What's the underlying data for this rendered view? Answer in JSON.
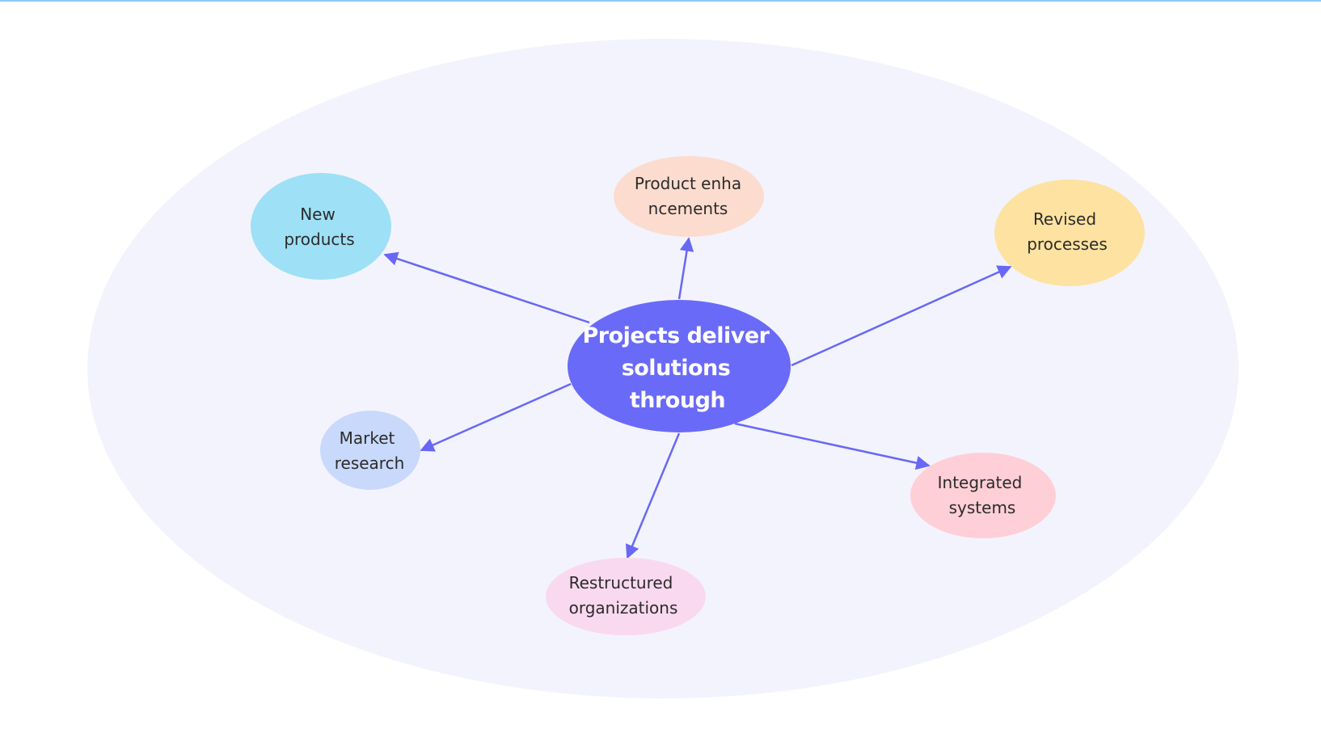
{
  "diagram": {
    "type": "mind-map",
    "colors": {
      "background_ellipse": "#f3f3fd",
      "edge": "#6868f5",
      "top_border": "#90caf9"
    },
    "center": {
      "lines": [
        "Projects deliver",
        "solutions",
        "through"
      ],
      "color": "#6a6af8",
      "text_color": "#ffffff"
    },
    "nodes": [
      {
        "id": "new-products",
        "lines": [
          "New",
          "products"
        ],
        "color": "#9ee0f6"
      },
      {
        "id": "product-enhancements",
        "lines": [
          "Product enha",
          "ncements"
        ],
        "color": "#fcdcce"
      },
      {
        "id": "revised-processes",
        "lines": [
          "Revised",
          "processes"
        ],
        "color": "#fde2a1"
      },
      {
        "id": "market-research",
        "lines": [
          "Market",
          "research"
        ],
        "color": "#c8d9fb"
      },
      {
        "id": "restructured-organizations",
        "lines": [
          "Restructured",
          "organizations"
        ],
        "color": "#f9d9f0"
      },
      {
        "id": "integrated-systems",
        "lines": [
          "Integrated",
          "systems"
        ],
        "color": "#fecfd6"
      }
    ]
  }
}
